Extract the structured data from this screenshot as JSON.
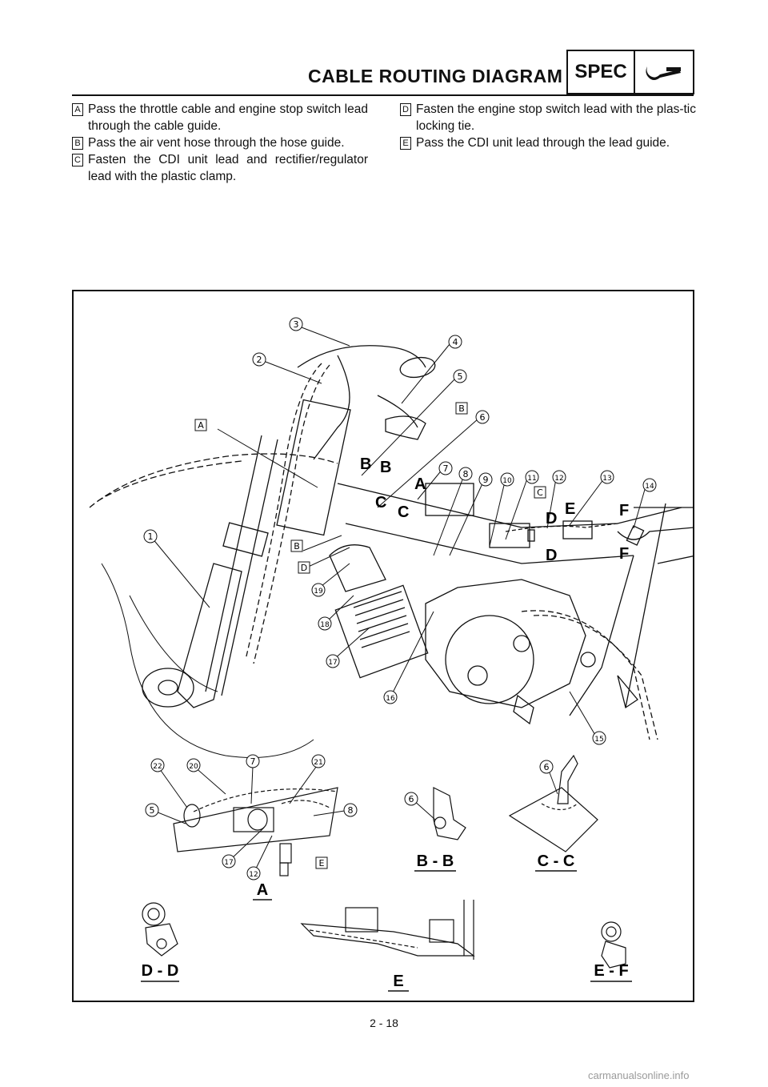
{
  "header": {
    "title": "CABLE ROUTING DIAGRAM",
    "spec_label": "SPEC",
    "spec_icon": "wrench-icon"
  },
  "notes_left": [
    {
      "key": "A",
      "text": "Pass the throttle cable and engine stop switch lead through the cable guide."
    },
    {
      "key": "B",
      "text": "Pass the air vent hose through the hose guide."
    },
    {
      "key": "C",
      "text": "Fasten the CDI unit lead and rectifier/regulator lead with the plastic clamp."
    }
  ],
  "notes_right": [
    {
      "key": "D",
      "text": "Fasten the engine stop switch lead with the plas-tic locking tie."
    },
    {
      "key": "E",
      "text": "Pass the CDI unit lead through the lead guide."
    }
  ],
  "figure": {
    "callouts": [
      "1",
      "2",
      "3",
      "4",
      "5",
      "6",
      "7",
      "8",
      "9",
      "10",
      "11",
      "12",
      "13",
      "14",
      "15",
      "16",
      "17",
      "18",
      "19",
      "20",
      "21",
      "22"
    ],
    "inset_callouts": [
      "22",
      "20",
      "7",
      "21",
      "5",
      "8",
      "17",
      "12",
      "6",
      "6"
    ],
    "box_letters": [
      "A",
      "B",
      "B",
      "C",
      "D",
      "E"
    ],
    "section_letters": [
      "A",
      "B",
      "B",
      "C",
      "C",
      "D",
      "D",
      "E",
      "F",
      "F"
    ],
    "section_titles": [
      "A",
      "B - B",
      "C - C",
      "D - D",
      "E",
      "E - F"
    ]
  },
  "footer": {
    "page_number": "2 - 18",
    "watermark": "carmanualsonline.info"
  }
}
